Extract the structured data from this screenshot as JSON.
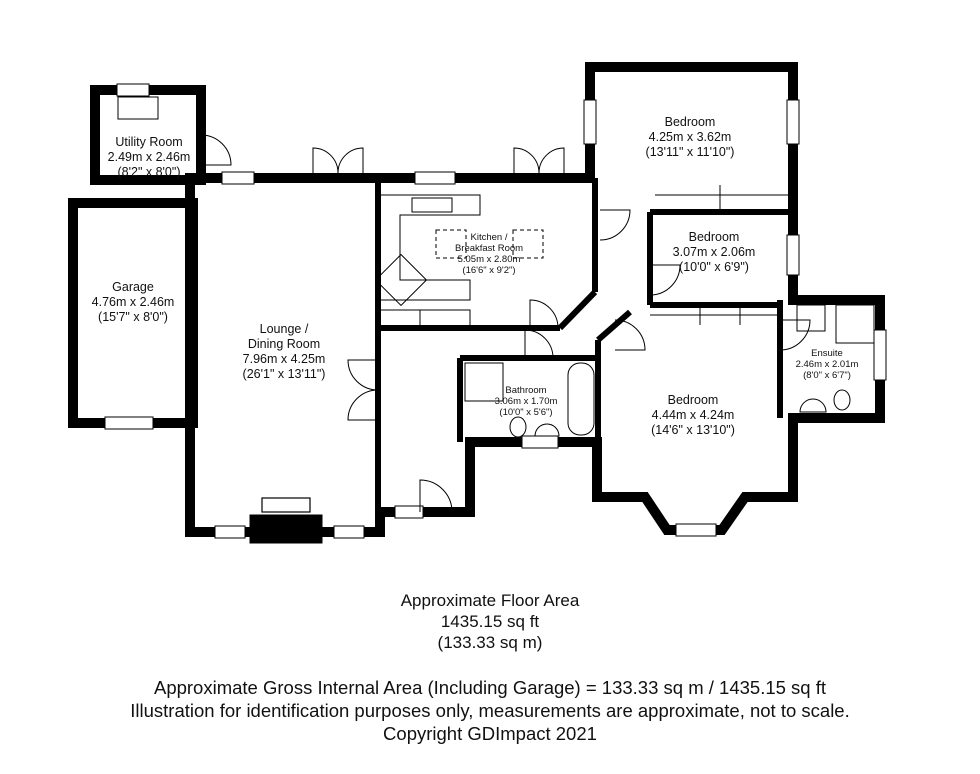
{
  "rooms": {
    "utility": {
      "name": "Utility Room",
      "metric": "2.49m x 2.46m",
      "imperial": "(8'2\" x 8'0\")"
    },
    "garage": {
      "name": "Garage",
      "metric": "4.76m x 2.46m",
      "imperial": "(15'7\" x 8'0\")"
    },
    "lounge": {
      "name1": "Lounge /",
      "name2": "Dining Room",
      "metric": "7.96m x 4.25m",
      "imperial": "(26'1\" x 13'11\")"
    },
    "kitchen": {
      "name1": "Kitchen /",
      "name2": "Breakfast Room",
      "metric": "5.05m x 2.80m",
      "imperial": "(16'6\" x 9'2\")"
    },
    "bedroom1": {
      "name": "Bedroom",
      "metric": "4.25m x 3.62m",
      "imperial": "(13'11\" x 11'10\")"
    },
    "bedroom2": {
      "name": "Bedroom",
      "metric": "3.07m x 2.06m",
      "imperial": "(10'0\" x 6'9\")"
    },
    "bedroom3": {
      "name": "Bedroom",
      "metric": "4.44m x 4.24m",
      "imperial": "(14'6\" x 13'10\")"
    },
    "bathroom": {
      "name": "Bathroom",
      "metric": "3.06m x 1.70m",
      "imperial": "(10'0\" x 5'6\")"
    },
    "ensuite": {
      "name": "Ensuite",
      "metric": "2.46m x 2.01m",
      "imperial": "(8'0\" x 6'7\")"
    }
  },
  "floor_area": {
    "title": "Approximate Floor Area",
    "sqft": "1435.15 sq ft",
    "sqm": "(133.33 sq m)"
  },
  "footer": {
    "gross": "Approximate Gross Internal Area (Including Garage) = 133.33 sq m / 1435.15 sq ft",
    "disclaimer": "Illustration for identification purposes only, measurements are approximate, not to scale.",
    "copyright": "Copyright GDImpact 2021"
  }
}
